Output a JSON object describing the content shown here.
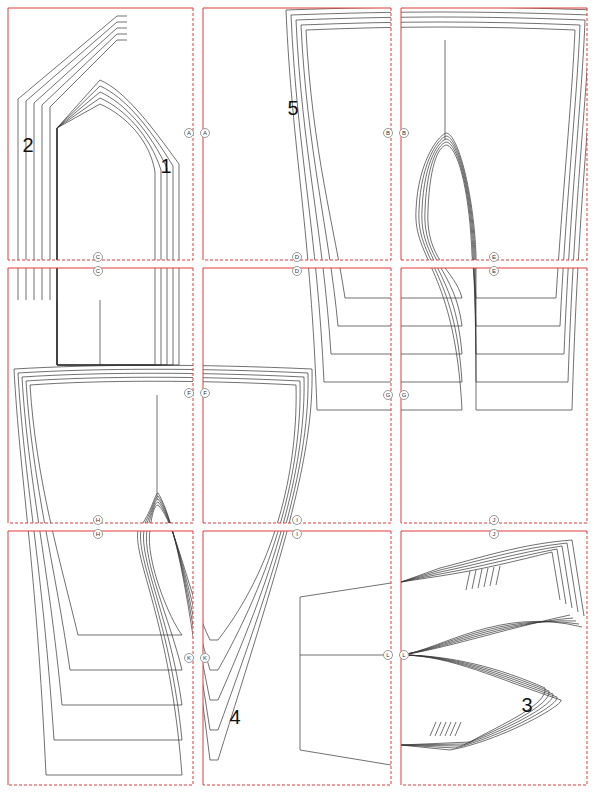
{
  "diagram": {
    "labels": [
      "2",
      "1",
      "5",
      "4",
      "3",
      "A",
      "A",
      "B",
      "B",
      "C",
      "C",
      "D",
      "D",
      "E",
      "E",
      "F",
      "F",
      "G",
      "G",
      "H",
      "H",
      "I",
      "I",
      "J",
      "J",
      "K",
      "K",
      "L",
      "L"
    ]
  }
}
